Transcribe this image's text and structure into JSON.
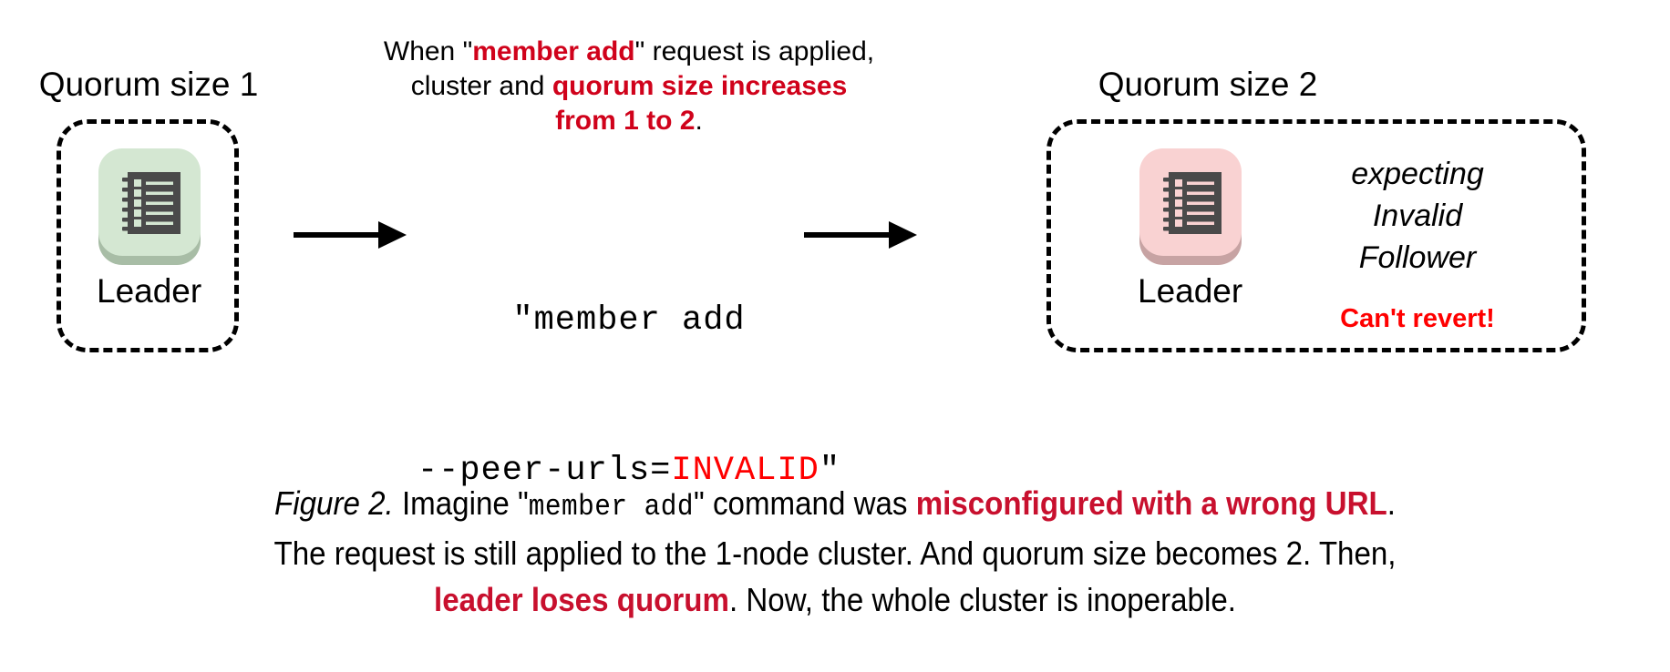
{
  "figure": {
    "left_cluster": {
      "title": "Quorum size 1",
      "node_label": "Leader",
      "icon_name": "server-ledger-icon",
      "icon_tile_color": "#d4e7d2",
      "icon_glyph_color": "#4a4a4a"
    },
    "right_cluster": {
      "title": "Quorum size 2",
      "node_label": "Leader",
      "icon_name": "server-ledger-icon",
      "icon_tile_color": "#f9d2d2",
      "icon_glyph_color": "#4a4a4a",
      "expecting_line1": "expecting",
      "expecting_line2": "Invalid",
      "expecting_line3": "Follower",
      "warning": "Can't revert!",
      "warning_color": "#ff0000"
    },
    "top_note": {
      "seg1": "When \"",
      "seg2_highlight": "member add",
      "seg3": "\" request is applied,",
      "seg4": "cluster and ",
      "seg5_highlight": "quorum size increases",
      "seg6_highlight": "from 1 to 2",
      "seg7": ".",
      "highlight_color": "#d0021b"
    },
    "command": {
      "line1": "\"member add",
      "line2_prefix": "--peer-urls=",
      "line2_invalid": "INVALID",
      "line2_suffix": "\"",
      "invalid_color": "#ff0000"
    },
    "arrows": {
      "left_arrow_name": "arrow-right-from-leader",
      "right_arrow_name": "arrow-right-to-cluster"
    },
    "caption": {
      "fig_label": "Figure 2.",
      "t1": " Imagine \"",
      "mono1": "member add",
      "t2": "\" command was ",
      "hl1": "misconfigured with a wrong URL",
      "t3": ".",
      "t4": "The request is still applied to the 1-node cluster. And quorum size becomes 2. Then,",
      "hl2": "leader loses quorum",
      "t5": ". Now, the whole cluster is inoperable.",
      "highlight_color": "#c8102e"
    }
  }
}
